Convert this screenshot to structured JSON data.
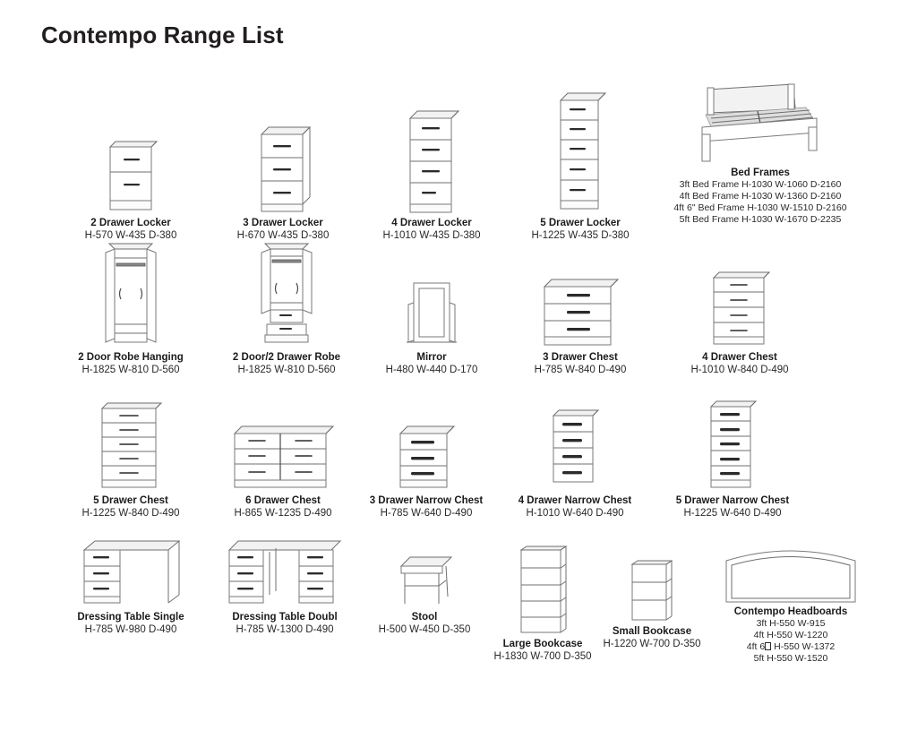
{
  "document": {
    "title": "Contempo Range List"
  },
  "rows": [
    {
      "items": [
        {
          "name": "2 Drawer Locker",
          "dims": "H-570 W-435 D-380",
          "icon": "locker-2-drawer-icon",
          "drawers": 2
        },
        {
          "name": "3 Drawer Locker",
          "dims": "H-670 W-435 D-380",
          "icon": "locker-3-drawer-icon",
          "drawers": 3
        },
        {
          "name": "4 Drawer Locker",
          "dims": "H-1010 W-435 D-380",
          "icon": "locker-4-drawer-icon",
          "drawers": 4
        },
        {
          "name": "5 Drawer Locker",
          "dims": "H-1225 W-435 D-380",
          "icon": "locker-5-drawer-icon",
          "drawers": 5
        },
        {
          "name": "Bed Frames",
          "dims": "",
          "icon": "bed-frame-icon",
          "variants": [
            "3ft Bed Frame H-1030 W-1060 D-2160",
            "4ft Bed Frame H-1030 W-1360 D-2160",
            "4ft 6\" Bed Frame H-1030 W-1510 D-2160",
            "5ft Bed Frame H-1030 W-1670 D-2235"
          ]
        }
      ]
    },
    {
      "items": [
        {
          "name": "2 Door Robe Hanging",
          "dims": "H-1825 W-810 D-560",
          "icon": "robe-2-door-hanging-icon"
        },
        {
          "name": "2 Door/2 Drawer Robe",
          "dims": "H-1825 W-810 D-560",
          "icon": "robe-2-door-2-drawer-icon"
        },
        {
          "name": "Mirror",
          "dims": "H-480 W-440 D-170",
          "icon": "mirror-icon"
        },
        {
          "name": "3 Drawer Chest",
          "dims": "H-785 W-840 D-490",
          "icon": "chest-3-drawer-icon",
          "drawers": 3
        },
        {
          "name": "4 Drawer Chest",
          "dims": "H-1010 W-840 D-490",
          "icon": "chest-4-drawer-icon",
          "drawers": 4
        }
      ]
    },
    {
      "items": [
        {
          "name": "5 Drawer Chest",
          "dims": "H-1225 W-840 D-490",
          "icon": "chest-5-drawer-icon",
          "drawers": 5
        },
        {
          "name": "6 Drawer Chest",
          "dims": "H-865 W-1235 D-490",
          "icon": "chest-6-drawer-icon",
          "drawers": 6
        },
        {
          "name": "3 Drawer Narrow Chest",
          "dims": "H-785 W-640 D-490",
          "icon": "narrow-chest-3-drawer-icon",
          "drawers": 3
        },
        {
          "name": "4 Drawer Narrow Chest",
          "dims": "H-1010 W-640 D-490",
          "icon": "narrow-chest-4-drawer-icon",
          "drawers": 4
        },
        {
          "name": "5 Drawer Narrow Chest",
          "dims": "H-1225 W-640 D-490",
          "icon": "narrow-chest-5-drawer-icon",
          "drawers": 5
        }
      ]
    },
    {
      "items": [
        {
          "name": "Dressing Table Single",
          "dims": "H-785 W-980 D-490",
          "icon": "dressing-table-single-icon"
        },
        {
          "name": "Dressing Table Doubl",
          "dims": "H-785 W-1300 D-490",
          "icon": "dressing-table-double-icon"
        },
        {
          "name": "Stool",
          "dims": "H-500 W-450 D-350",
          "icon": "stool-icon"
        },
        {
          "name": "Large Bookcase",
          "dims": "H-1830 W-700 D-350",
          "icon": "bookcase-large-icon"
        },
        {
          "name": "Small Bookcase",
          "dims": "H-1220 W-700 D-350",
          "icon": "bookcase-small-icon"
        },
        {
          "name": "Contempo Headboards",
          "dims": "",
          "icon": "headboard-icon",
          "variants": [
            "3ft H-550 W-915",
            "4ft H-550 W-1220",
            "4ft 6■ H-550 W-1372",
            "5ft H-550 W-1520"
          ],
          "variant_parts": [
            {
              "pre": "4ft 6",
              "tofu": true,
              "post": " H-550 W-1372"
            }
          ]
        }
      ]
    }
  ],
  "colors": {
    "text": "#231f20",
    "line": "#6f6f72",
    "handle": "#2b2b2b",
    "background": "#ffffff"
  }
}
